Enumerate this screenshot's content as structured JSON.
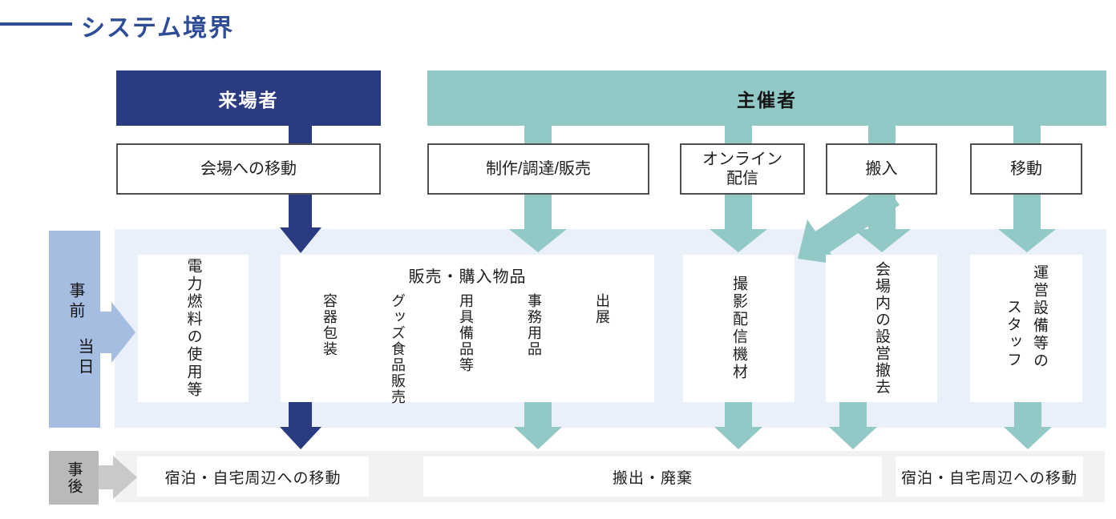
{
  "title": "システム境界",
  "actors": {
    "visitors": "来場者",
    "organizer": "主催者"
  },
  "process_row": [
    "会場への移動",
    "制作/調達/販売",
    "オンライン\n配信",
    "搬入",
    "移動"
  ],
  "phases": {
    "pre": {
      "line1": "事前",
      "line2": "当日"
    },
    "post": "事後"
  },
  "pre_day_items": {
    "electric": "電力燃料の使用等",
    "goods": {
      "title": "販売・購入物品",
      "items": [
        "容器包装",
        "グッズ食品販売",
        "用具備品等",
        "事務用品",
        "出展"
      ]
    },
    "filming": "撮影配信機材",
    "setup": "会場内の設営撤去",
    "staff": {
      "line1": "運営設備等の",
      "line2": "スタッフ"
    }
  },
  "post_items": {
    "left": "宿泊・自宅周辺への移動",
    "center": "搬出・廃棄",
    "right": "宿泊・自宅周辺への移動"
  },
  "colors": {
    "title_blue": "#2e4d96",
    "visitor_navy": "#2b3b82",
    "organizer_teal": "#92c9c6",
    "band_light_blue": "#eaf0f9",
    "phase_pre_blue": "#a6bde2",
    "phase_post_gray": "#b9b9b9",
    "phase_post_arrow_gray": "#c9c9c9",
    "band_bottom_gray": "#f2f2f3",
    "box_border_gray": "#4f4f4f"
  }
}
